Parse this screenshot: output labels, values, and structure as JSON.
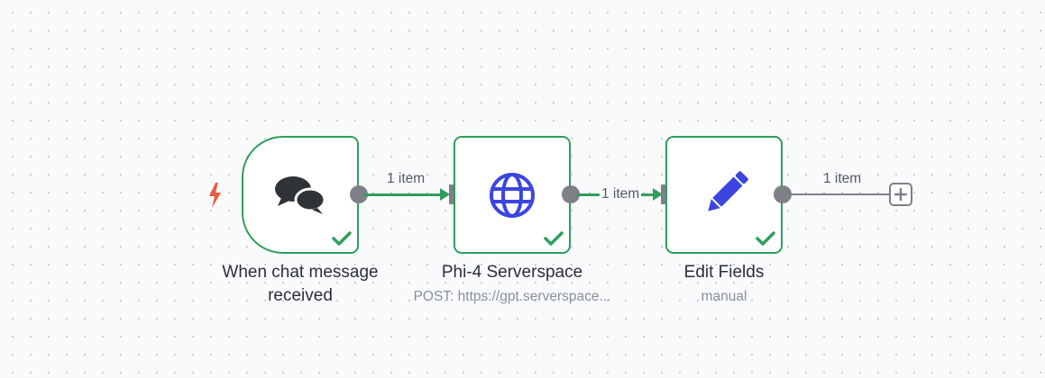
{
  "colors": {
    "success": "#2f9e5c",
    "trigger": "#ea5a3c",
    "accent_icon": "#3d45e0",
    "connector": "#7d8187"
  },
  "nodes": [
    {
      "id": "chat-trigger",
      "icon": "chat-bubbles-icon",
      "title_line1": "When chat message",
      "title_line2": "received",
      "subtitle": "",
      "status": "success"
    },
    {
      "id": "http-request",
      "icon": "globe-icon",
      "title_line1": "Phi-4 Serverspace",
      "title_line2": "",
      "subtitle": "POST: https://gpt.serverspace...",
      "status": "success"
    },
    {
      "id": "edit-fields",
      "icon": "pencil-icon",
      "title_line1": "Edit Fields",
      "title_line2": "",
      "subtitle": "manual",
      "status": "success"
    }
  ],
  "edges": [
    {
      "label": "1 item"
    },
    {
      "label": "1 item"
    },
    {
      "label": "1 item"
    }
  ],
  "add_node": {
    "icon": "plus-icon"
  },
  "trigger_marker": {
    "icon": "lightning-bolt-icon"
  }
}
